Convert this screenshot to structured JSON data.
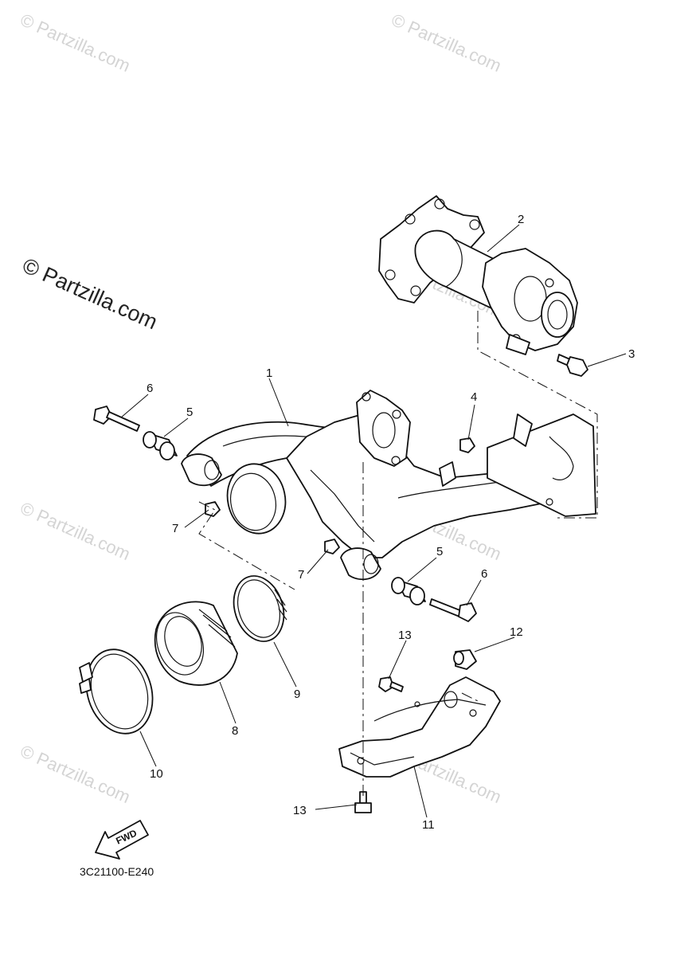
{
  "watermarks": {
    "text": "© Partzilla.com",
    "main_text": "© Partzilla.com"
  },
  "diagram_code": "3C21100-E240",
  "fwd_label": "FWD",
  "callouts": {
    "c1": "1",
    "c2": "2",
    "c3": "3",
    "c4": "4",
    "c5a": "5",
    "c5b": "5",
    "c6a": "6",
    "c6b": "6",
    "c7a": "7",
    "c7b": "7",
    "c8": "8",
    "c9": "9",
    "c10": "10",
    "c11": "11",
    "c12": "12",
    "c13a": "13",
    "c13b": "13"
  }
}
